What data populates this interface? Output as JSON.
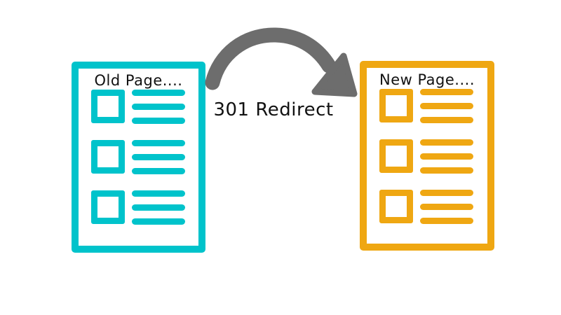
{
  "old_page": {
    "title": "Old Page....",
    "color": "#00c3cb",
    "rows": 3,
    "lines_per_row": 3
  },
  "new_page": {
    "title": "New Page....",
    "color": "#efa712",
    "rows": 3,
    "lines_per_row": 3
  },
  "arrow": {
    "label": "301 Redirect",
    "color": "#6d6d6d",
    "direction": "old-page-to-new-page"
  },
  "colors": {
    "old-page": "#00c3cb",
    "new-page": "#efa712",
    "arrow": "#6d6d6d",
    "text": "#111111",
    "background": "#ffffff"
  }
}
